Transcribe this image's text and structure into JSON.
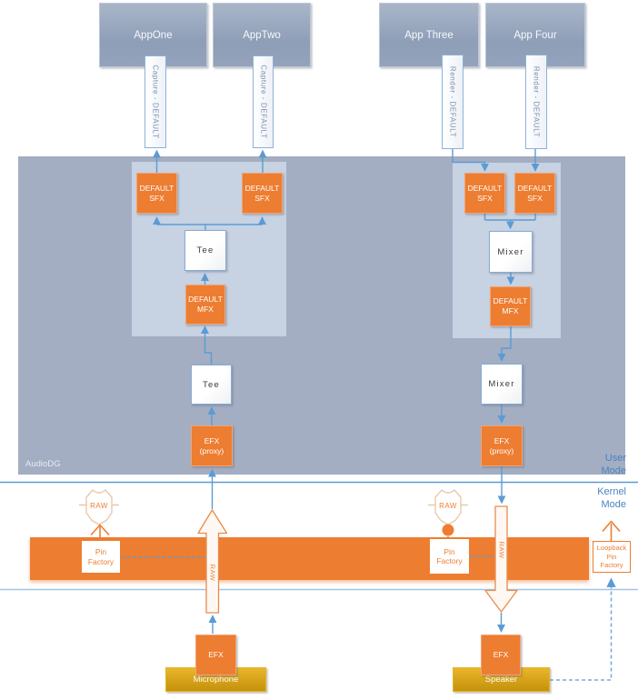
{
  "apps": {
    "one": "AppOne",
    "two": "AppTwo",
    "three": "App Three",
    "four": "App Four"
  },
  "streams": {
    "capture": "Capture - DEFAULT",
    "render": "Render - DEFAULT"
  },
  "process": {
    "audiodg": "AudioDG",
    "sfx_line1": "DEFAULT",
    "sfx_line2": "SFX",
    "mfx_line1": "DEFAULT",
    "mfx_line2": "MFX",
    "tee": "Tee",
    "mixer": "Mixer",
    "efx_proxy_line1": "EFX",
    "efx_proxy_line2": "(proxy)",
    "efx": "EFX"
  },
  "modes": {
    "user1": "User",
    "user2": "Mode",
    "kernel1": "Kernel",
    "kernel2": "Mode"
  },
  "kernel": {
    "raw": "RAW",
    "pin_line1": "Pin",
    "pin_line2": "Factory",
    "loopback_line1": "Loopback",
    "loopback_line2": "Pin",
    "loopback_line3": "Factory"
  },
  "endpoints": {
    "microphone": "Microphone",
    "speaker": "Speaker"
  },
  "colors": {
    "orange": "#ED7D31",
    "blue": "#5B9BD5",
    "panel": "#A3AEC2",
    "subpanel": "#C7D2E2",
    "app_gray_blue": "#93A2BA",
    "gold": "#D8A51C"
  }
}
